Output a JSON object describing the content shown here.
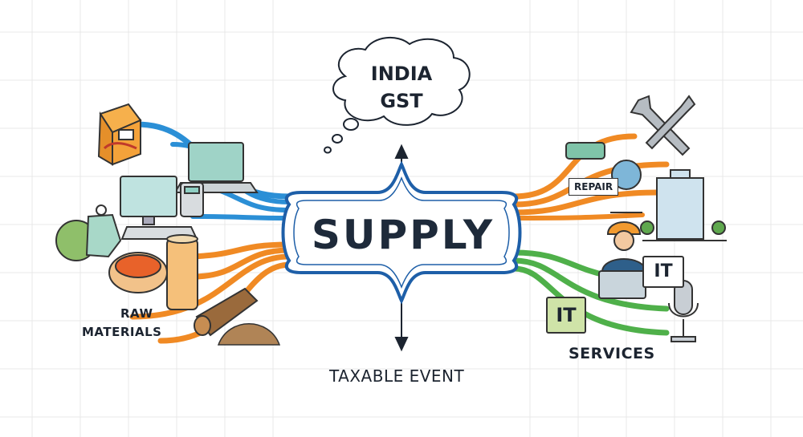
{
  "center": {
    "title": "SUPPLY"
  },
  "cloud": {
    "line1": "INDIA",
    "line2": "GST"
  },
  "bottom_label": "TAXABLE EVENT",
  "left_group": {
    "line1": "RAW",
    "line2": "MATERIALS"
  },
  "right_group": {
    "label": "SERVICES",
    "repair_tag": "REPAIR",
    "it_tag_1": "IT",
    "it_tag_2": "IT"
  },
  "colors": {
    "blue": "#2b8fd6",
    "orange": "#f08a24",
    "green": "#4fb04a",
    "outline": "#1e5fa8",
    "grid": "#e6e6e6",
    "text": "#1c2430"
  },
  "icons": [
    "food-packet-icon",
    "laptop-icon",
    "desktop-computer-icon",
    "calculator-icon",
    "spice-jar-icon",
    "spice-bowl-icon",
    "jar-icon",
    "wood-log-icon",
    "grain-pile-icon",
    "wrench-icon",
    "vr-headset-icon",
    "globe-icon",
    "office-building-icon",
    "engineer-icon",
    "microphone-icon"
  ]
}
